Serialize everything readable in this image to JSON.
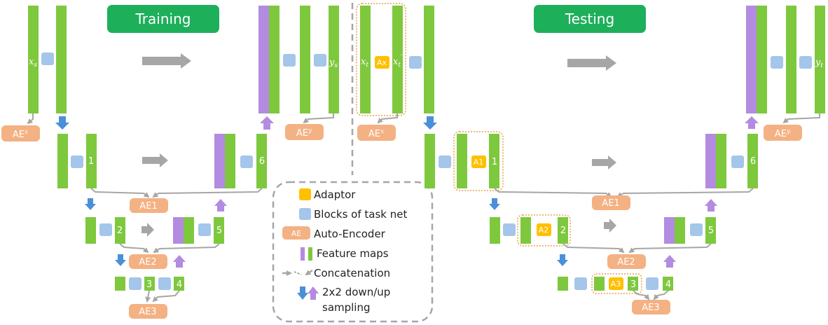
{
  "colors": {
    "green": "#7ec83e",
    "purple": "#b38be0",
    "blue_block": "#a4c6ea",
    "adaptor": "#ffc000",
    "ae": "#f4b183",
    "title_bg": "#1eaf5b",
    "gray_arrow": "#a6a6a6",
    "blue_arrow": "#4a90d9",
    "purple_arrow": "#b38be0",
    "dashed": "#a6a6a6",
    "adaptor_box": "#e8a04a"
  },
  "titles": {
    "training": "Training",
    "testing": "Testing"
  },
  "labels": {
    "xs": "x",
    "xs_sub": "s",
    "ys": "y",
    "ys_sub": "s",
    "xt": "x",
    "xt_sub": "t",
    "xtp": "x",
    "xtp_sub": "t",
    "xtp_sup": "′",
    "yt": "y",
    "yt_sub": "t",
    "n1": "1",
    "n2": "2",
    "n3": "3",
    "n4": "4",
    "n5": "5",
    "n6": "6",
    "ax": "Ax",
    "a1": "A1",
    "a2": "A2",
    "a3": "A3",
    "ae_base": "AE",
    "ae_x_sup": "x",
    "ae_y_sup": "y",
    "ae1": "AE1",
    "ae2": "AE2",
    "ae3": "AE3"
  },
  "legend": {
    "adaptor": "Adaptor",
    "blocks": "Blocks of task net",
    "ae_swatch": "AE",
    "ae": "Auto-Encoder",
    "feature": "Feature maps",
    "concat": "Concatenation",
    "sampling_1": "2x2 down/up",
    "sampling_2": "sampling"
  }
}
